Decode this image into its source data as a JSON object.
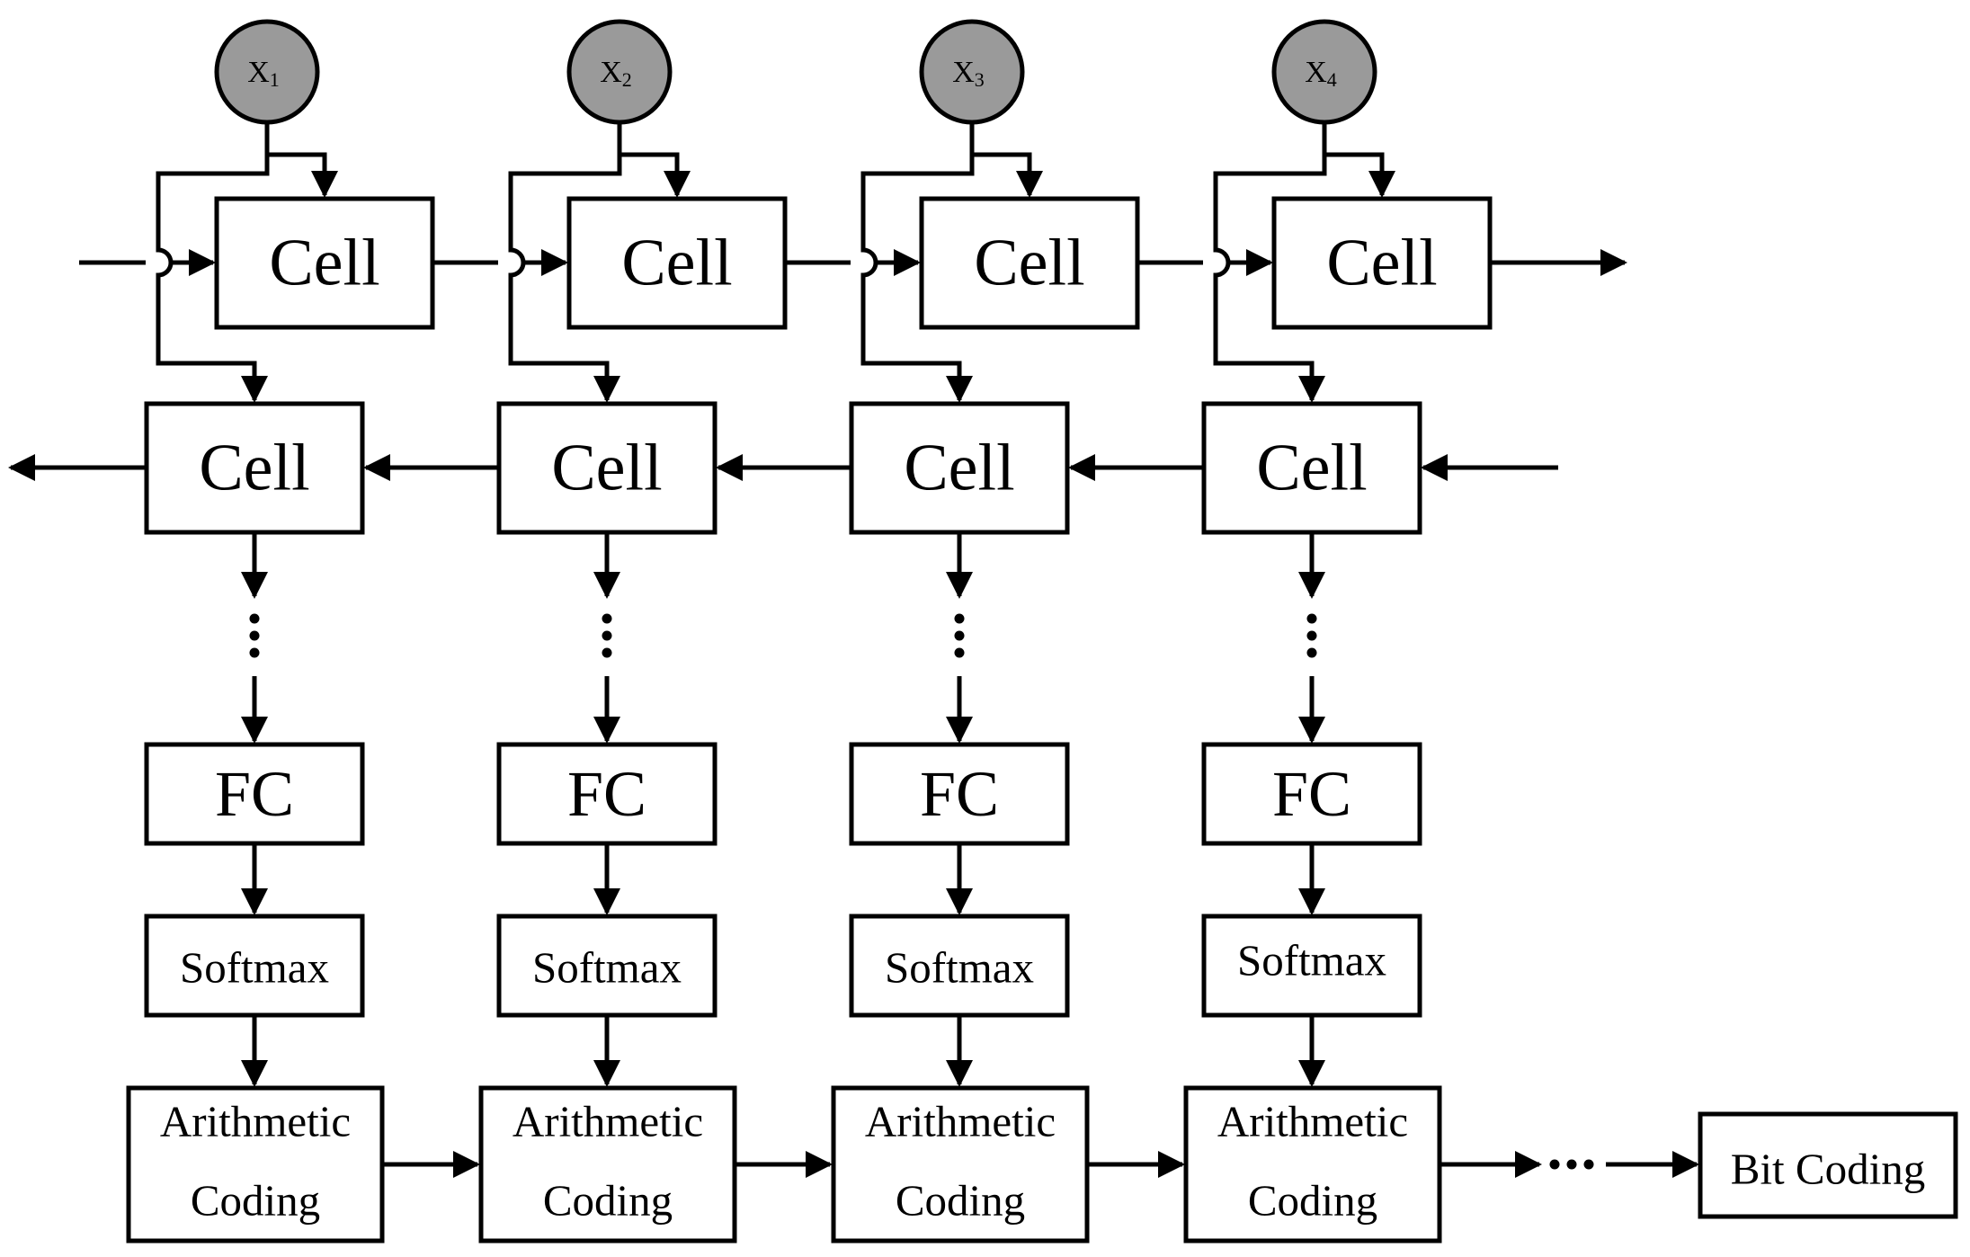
{
  "inputs": [
    {
      "base": "X",
      "sub": "1"
    },
    {
      "base": "X",
      "sub": "2"
    },
    {
      "base": "X",
      "sub": "3"
    },
    {
      "base": "X",
      "sub": "4"
    }
  ],
  "forward_cell_label": "Cell",
  "backward_cell_label": "Cell",
  "fc_label": "FC",
  "softmax_label": "Softmax",
  "arithmetic_label_line1": "Arithmetic",
  "arithmetic_label_line2": "Coding",
  "bit_coding_label": "Bit Coding",
  "colors": {
    "input_node_fill": "#9a9a9a",
    "stroke": "#000000",
    "background": "#ffffff"
  }
}
